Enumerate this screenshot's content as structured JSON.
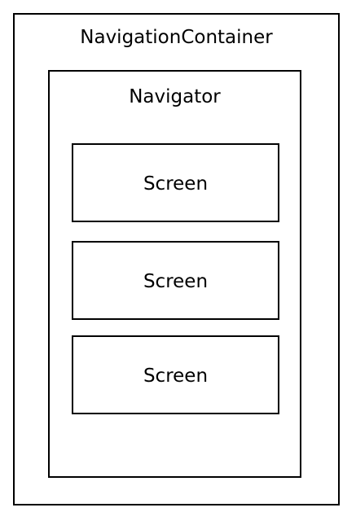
{
  "diagram": {
    "container_label": "NavigationContainer",
    "navigator_label": "Navigator",
    "screens": [
      {
        "label": "Screen"
      },
      {
        "label": "Screen"
      },
      {
        "label": "Screen"
      }
    ]
  },
  "colors": {
    "stroke": "#000000",
    "background": "#ffffff"
  }
}
